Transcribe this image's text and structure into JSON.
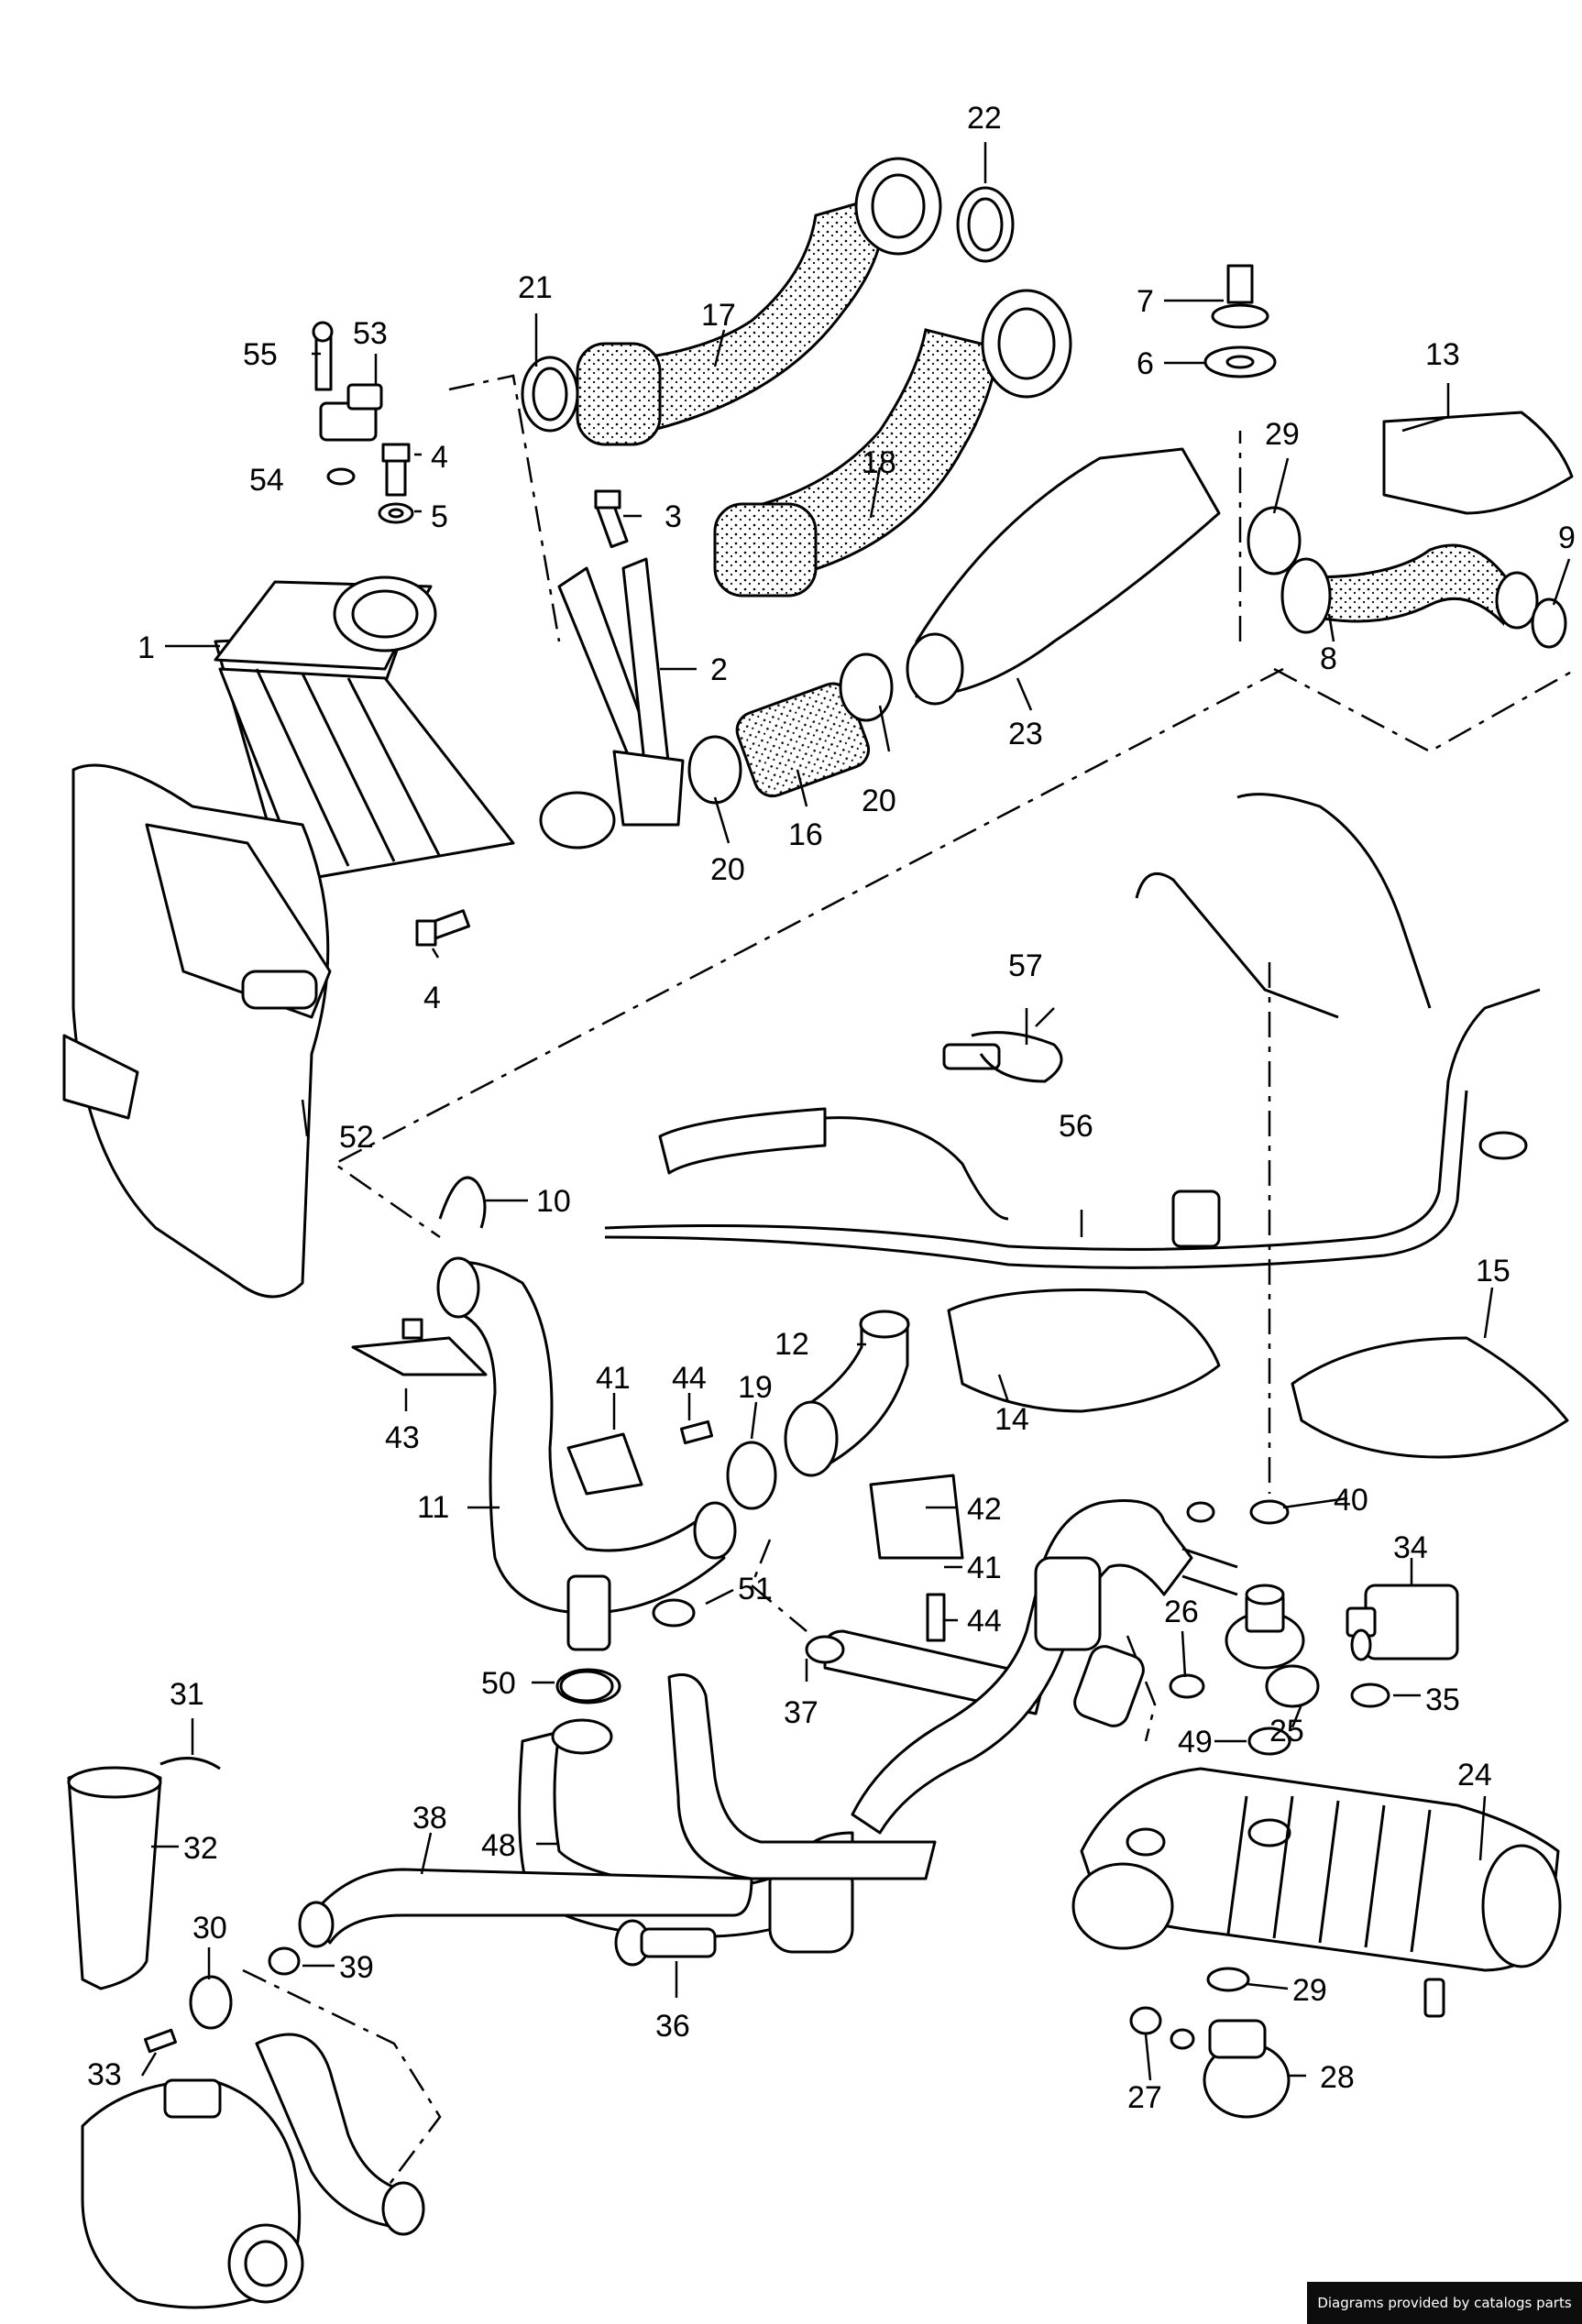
{
  "footer": {
    "credit": "Diagrams provided by catalogs parts"
  },
  "callouts": {
    "c1": "1",
    "c2": "2",
    "c3": "3",
    "c4a": "4",
    "c4b": "4",
    "c5": "5",
    "c6": "6",
    "c7": "7",
    "c8": "8",
    "c9": "9",
    "c10": "10",
    "c11": "11",
    "c12": "12",
    "c13": "13",
    "c14": "14",
    "c15": "15",
    "c16": "16",
    "c17": "17",
    "c18": "18",
    "c19": "19",
    "c20a": "20",
    "c20b": "20",
    "c21": "21",
    "c22": "22",
    "c23": "23",
    "c24": "24",
    "c25": "25",
    "c26": "26",
    "c27": "27",
    "c28": "28",
    "c29a": "29",
    "c29b": "29",
    "c30": "30",
    "c31": "31",
    "c32": "32",
    "c33": "33",
    "c34": "34",
    "c35": "35",
    "c36": "36",
    "c37": "37",
    "c38": "38",
    "c39": "39",
    "c40": "40",
    "c41a": "41",
    "c41b": "41",
    "c42": "42",
    "c43": "43",
    "c44a": "44",
    "c44b": "44",
    "c48": "48",
    "c49": "49",
    "c50": "50",
    "c51": "51",
    "c52": "52",
    "c53": "53",
    "c54": "54",
    "c55": "55",
    "c56": "56",
    "c57": "57"
  }
}
